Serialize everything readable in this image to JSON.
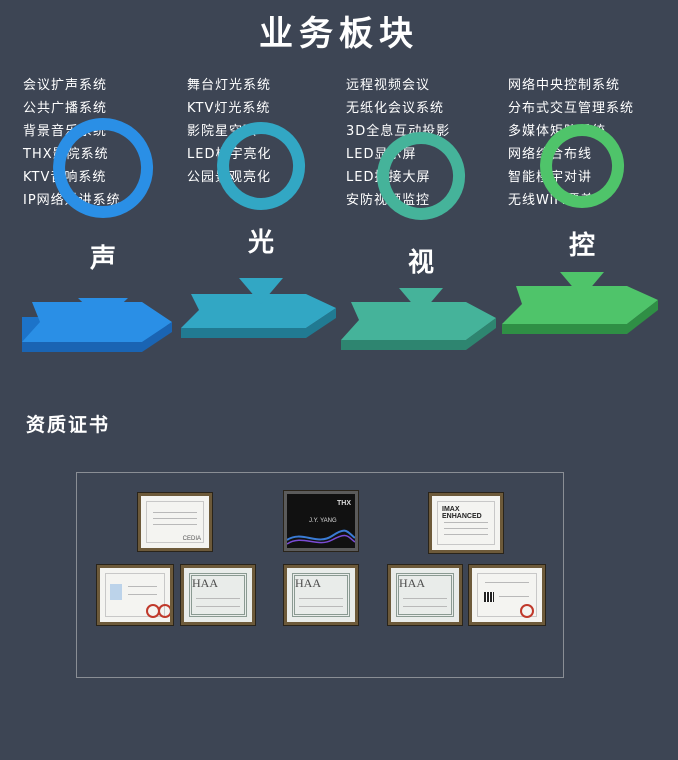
{
  "header": {
    "title": "业务板块"
  },
  "columns": [
    {
      "items": [
        "会议扩声系统",
        "公共广播系统",
        "背景音乐系统",
        "THX影院系统",
        "KTV音响系统",
        "IP网络对讲系统"
      ]
    },
    {
      "items": [
        "舞台灯光系统",
        "KTV灯光系统",
        "影院星空顶",
        "LED楼宇亮化",
        "公园景观亮化"
      ]
    },
    {
      "items": [
        "远程视频会议",
        "无纸化会议系统",
        "3D全息互动投影",
        "LED显示屏",
        "LED拼接大屏",
        "安防视频监控"
      ]
    },
    {
      "items": [
        "网络中央控制系统",
        "分布式交互管理系统",
        "多媒体矩阵系统",
        "网络综合布线",
        "智能楼宇对讲",
        "无线WiFi覆盖"
      ]
    }
  ],
  "categories": [
    {
      "label": "声",
      "color": "#2a8fe6",
      "color_dark": "#1a64b3",
      "color_side": "#1c73c9"
    },
    {
      "label": "光",
      "color": "#32a7c4",
      "color_dark": "#217a92",
      "color_side": "#268ca8"
    },
    {
      "label": "视",
      "color": "#45b39a",
      "color_dark": "#2e8570",
      "color_side": "#379a82"
    },
    {
      "label": "控",
      "color": "#4fc46a",
      "color_dark": "#2f8f45",
      "color_side": "#3aa653"
    }
  ],
  "certificates": {
    "title": "资质证书",
    "items": [
      {
        "id": "cedia",
        "text": "CEDIA"
      },
      {
        "id": "thx",
        "text": "THX",
        "name": "J.Y. YANG"
      },
      {
        "id": "imax",
        "text": "IMAX ENHANCED"
      },
      {
        "id": "pro1"
      },
      {
        "id": "haa1",
        "text": "HAA"
      },
      {
        "id": "haa2",
        "text": "HAA"
      },
      {
        "id": "haa3",
        "text": "HAA"
      },
      {
        "id": "pro2"
      }
    ]
  }
}
